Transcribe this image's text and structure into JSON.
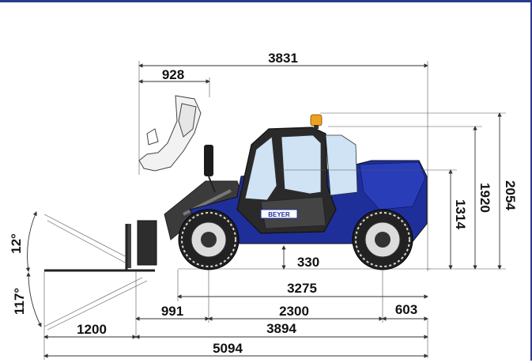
{
  "diagram": {
    "dimensions": {
      "overall_top": "3831",
      "boom_offset": "928",
      "height_beacon": "2054",
      "height_cab": "1920",
      "height_body": "1314",
      "ground_clearance": "330",
      "axle_span": "3275",
      "front_overhang": "991",
      "wheelbase": "2300",
      "rear_overhang": "603",
      "fork_length": "1200",
      "length_to_fork": "3894",
      "overall_length": "5094",
      "tilt_up_angle": "12°",
      "tilt_down_angle": "117°"
    },
    "brand_label": "BEYER",
    "colors": {
      "frame_border": "#2b3a8f",
      "body_blue": "#1f2f9a",
      "glass": "#cfe3f5",
      "dark": "#2a2a2a",
      "beacon": "#f0a020"
    }
  }
}
